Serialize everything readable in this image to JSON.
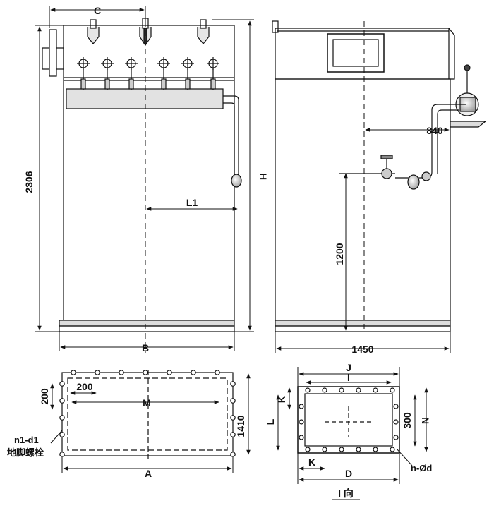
{
  "labels": {
    "C": "C",
    "H": "H",
    "L1": "L1",
    "B": "B",
    "h2306": "2306",
    "d840": "840",
    "d1200": "1200",
    "d1450": "1450",
    "d200v": "200",
    "d200h": "200",
    "M": "M",
    "d1410": "1410",
    "A": "A",
    "n1d1": "n1-d1",
    "anchor": "地脚螺栓",
    "J": "J",
    "I": "I",
    "K1": "K",
    "L": "L",
    "d300": "300",
    "N": "N",
    "K2": "K",
    "D": "D",
    "nd": "n-Ød",
    "view": "I 向"
  }
}
